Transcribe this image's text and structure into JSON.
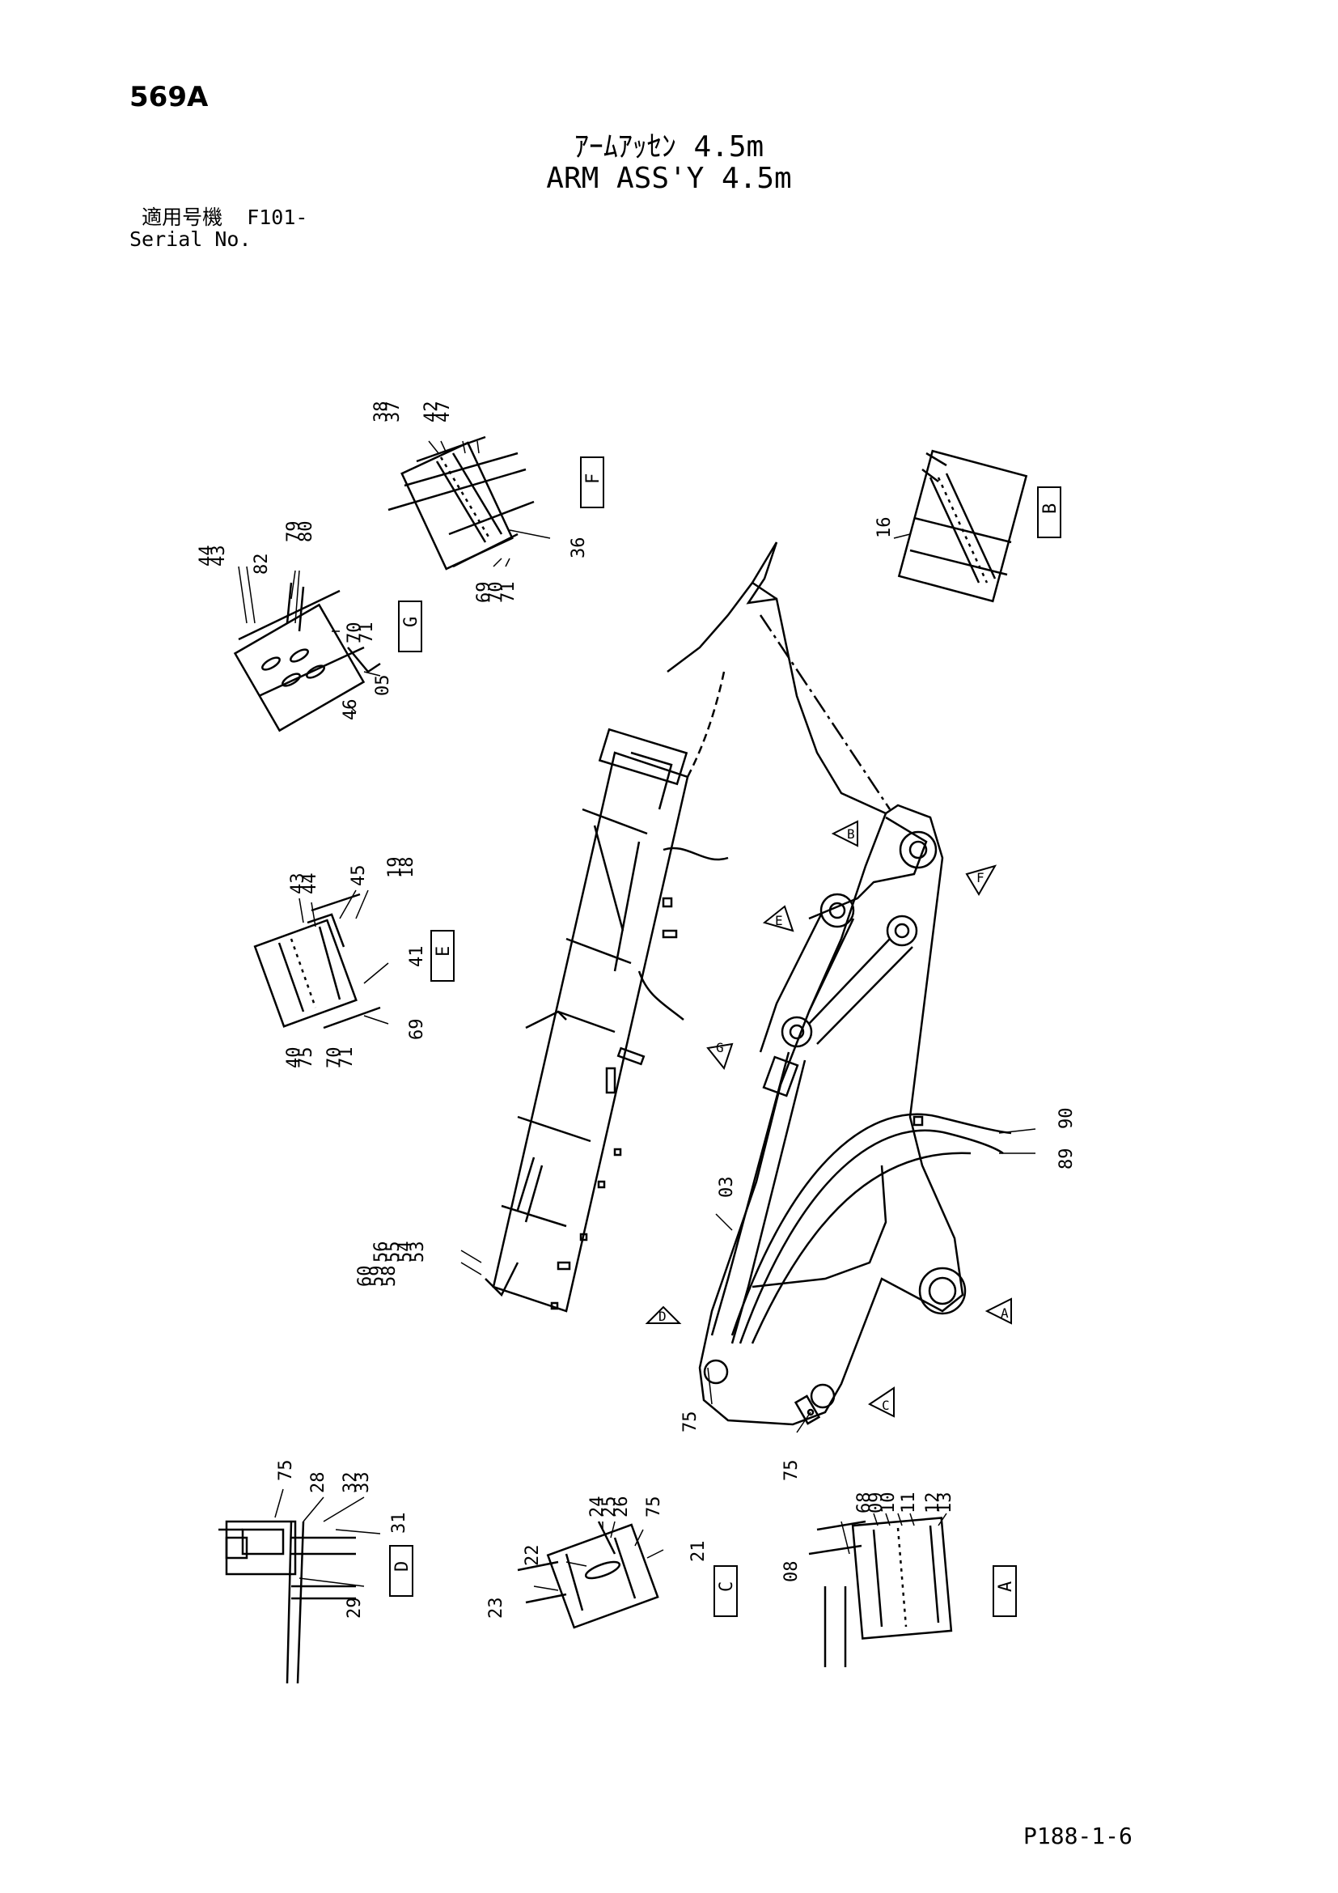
{
  "page_code": "569A",
  "title_jp": "ｱｰﾑｱｯｾﾝ 4.5m",
  "title_en": "ARM ASS'Y 4.5m",
  "serial": {
    "label_jp": "適用号機",
    "value": "F101-",
    "label_en": "Serial No."
  },
  "page_number": "P188-1-6",
  "detail_labels": [
    "F",
    "B",
    "G",
    "E",
    "D",
    "C",
    "A"
  ],
  "callouts": {
    "f": [
      "38",
      "37",
      "42",
      "47",
      "36",
      "69",
      "70",
      "71"
    ],
    "b": [
      "16"
    ],
    "g": [
      "44",
      "43",
      "82",
      "79",
      "80",
      "70",
      "71",
      "05",
      "46"
    ],
    "e": [
      "43",
      "44",
      "45",
      "19",
      "18",
      "41",
      "69",
      "40",
      "75",
      "70",
      "71"
    ],
    "main": [
      "56",
      "55",
      "54",
      "53",
      "60",
      "59",
      "58",
      "03",
      "90",
      "89",
      "75",
      "75"
    ],
    "d": [
      "75",
      "28",
      "32",
      "33",
      "31",
      "29"
    ],
    "c": [
      "24",
      "25",
      "26",
      "75",
      "22",
      "21",
      "23"
    ],
    "a": [
      "68",
      "09",
      "10",
      "11",
      "12",
      "13",
      "08"
    ]
  },
  "view_arrows": [
    "B",
    "F",
    "E",
    "G",
    "A",
    "C",
    "D"
  ]
}
